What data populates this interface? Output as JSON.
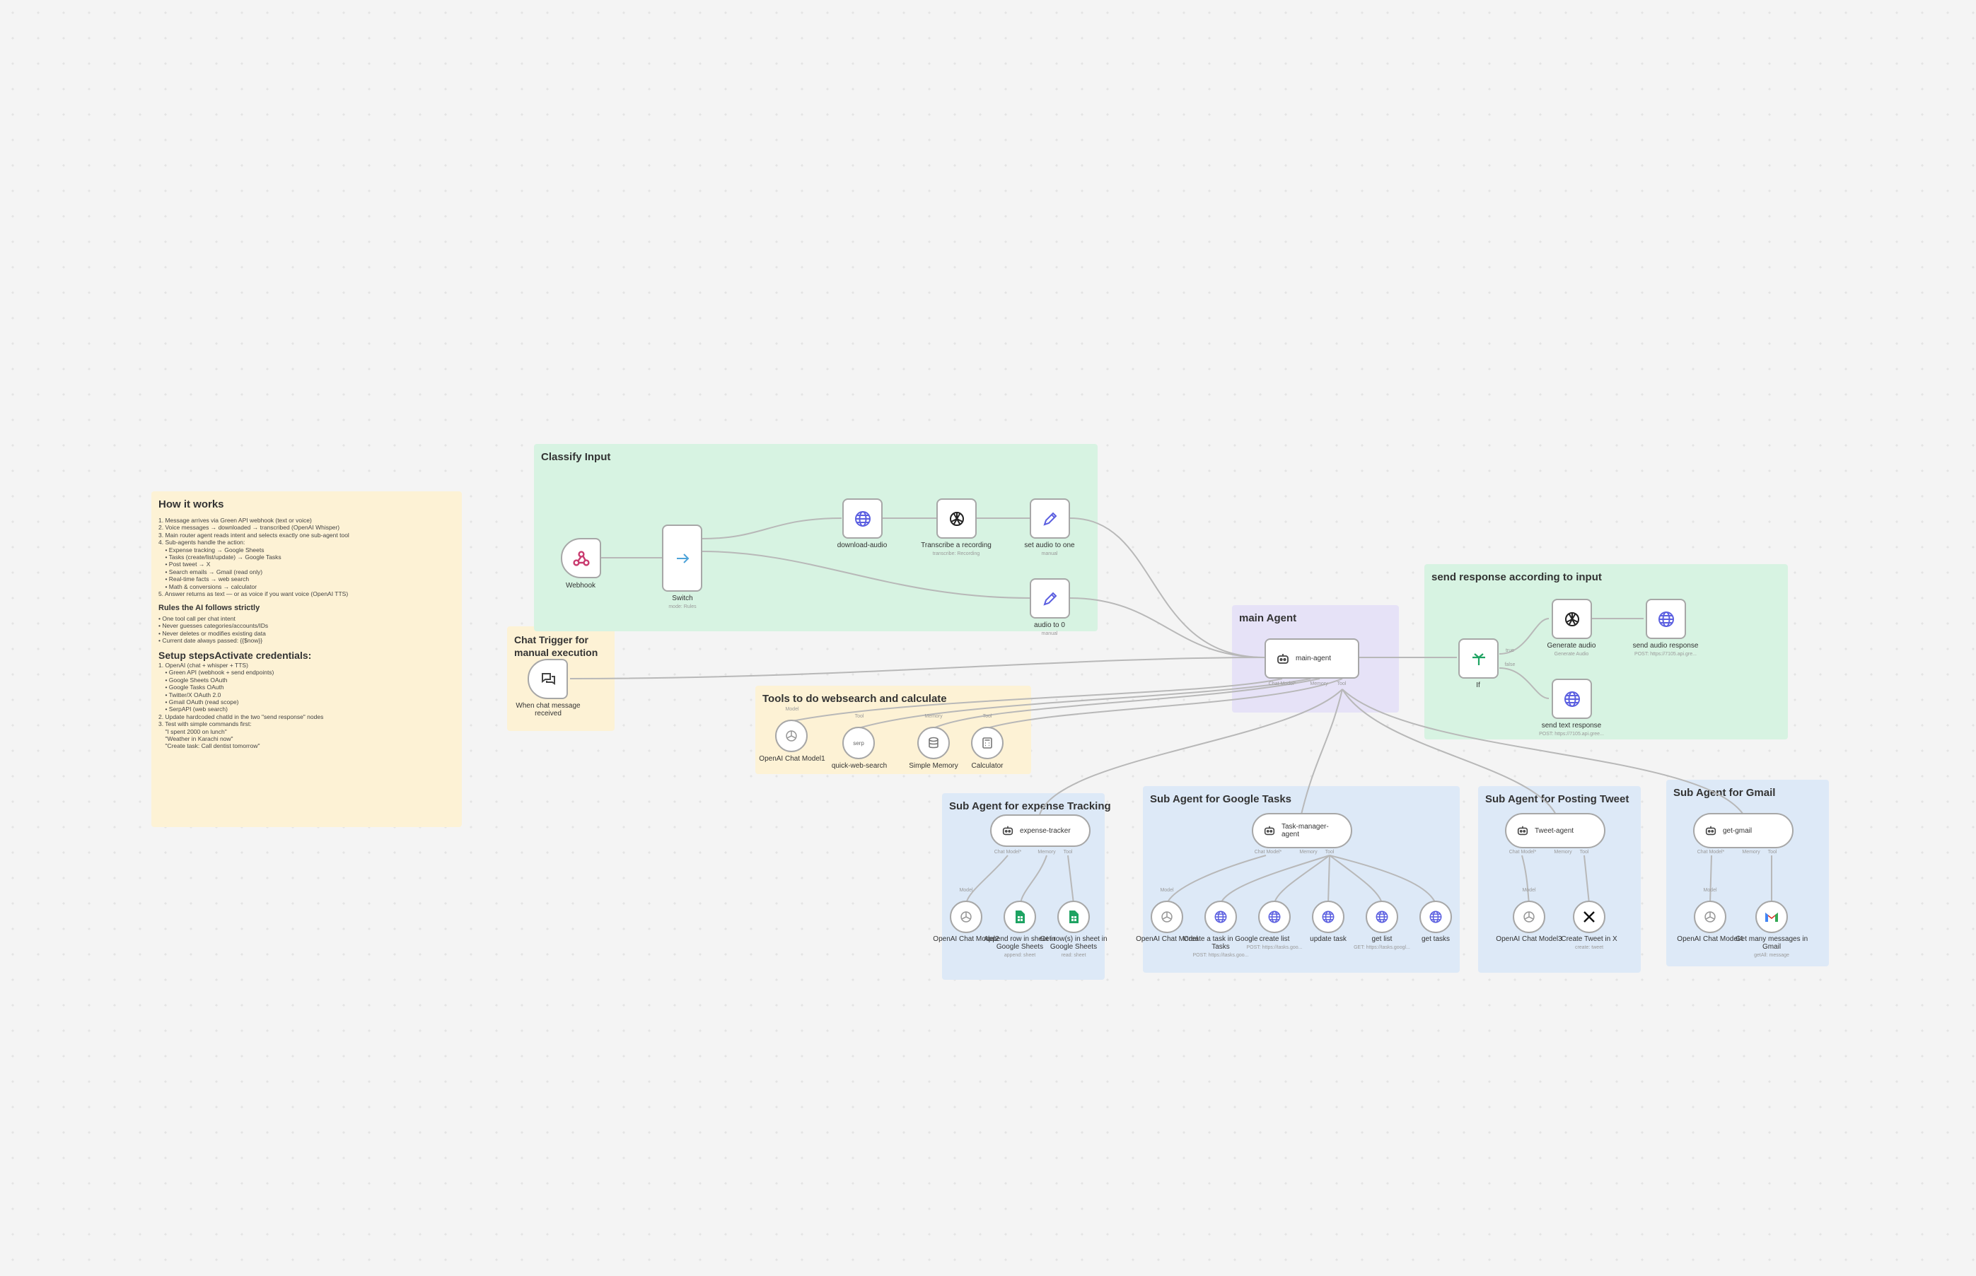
{
  "notes": {
    "how": {
      "title": "How it works",
      "steps": [
        "1. Message arrives via Green API webhook (text or voice)",
        "2. Voice messages → downloaded → transcribed (OpenAI Whisper)",
        "3. Main router agent reads intent and selects exactly one sub-agent tool",
        "4. Sub-agents handle the action:",
        "    • Expense tracking → Google Sheets",
        "    • Tasks (create/list/update) → Google Tasks",
        "    • Post tweet → X",
        "    • Search emails → Gmail (read only)",
        "    • Real-time facts → web search",
        "    • Math & conversions → calculator",
        "5. Answer returns as text — or as voice if you want voice (OpenAI TTS)"
      ],
      "rules_title": "Rules the AI follows strictly",
      "rules": [
        "• One tool call per chat intent",
        "• Never guesses categories/accounts/IDs",
        "• Never deletes or modifies existing data",
        "• Current date always passed: {{$now}}"
      ],
      "setup_title": "Setup stepsActivate credentials:",
      "setup": [
        "1. OpenAI (chat + whisper + TTS)",
        "    • Green API (webhook + send endpoints)",
        "    • Google Sheets OAuth",
        "    • Google Tasks OAuth",
        "    • Twitter/X OAuth 2.0",
        "    • Gmail OAuth (read scope)",
        "    • SerpAPI (web search)",
        "2. Update hardcoded chatId in the two \"send response\" nodes",
        "3. Test with simple commands first:",
        "    \"I spent 2000 on lunch\"",
        "    \"Weather in Karachi now\"",
        "    \"Create task: Call dentist tomorrow\""
      ]
    },
    "chat": {
      "title": "Chat Trigger for manual execution"
    },
    "classify": {
      "title": "Classify Input"
    },
    "tools": {
      "title": "Tools to do websearch and calculate"
    },
    "main": {
      "title": "main Agent"
    },
    "send": {
      "title": "send response according to input"
    },
    "expense": {
      "title": "Sub Agent for expense Tracking"
    },
    "tasks": {
      "title": "Sub Agent for Google Tasks"
    },
    "tweet": {
      "title": "Sub Agent for Posting Tweet"
    },
    "gmail": {
      "title": "Sub Agent for Gmail"
    }
  },
  "nodes": {
    "webhook": {
      "label": "Webhook",
      "icon": "webhook-icon"
    },
    "switch": {
      "label": "Switch",
      "sub": "mode: Rules",
      "icon": "switch-icon"
    },
    "download_audio": {
      "label": "download-audio",
      "icon": "globe-icon"
    },
    "transcribe": {
      "label": "Transcribe a recording",
      "sub": "transcribe: Recording",
      "icon": "openai-icon"
    },
    "set_audio_one": {
      "label": "set audio to one",
      "sub": "manual",
      "icon": "pencil-icon"
    },
    "audio_zero": {
      "label": "audio to 0",
      "sub": "manual",
      "icon": "pencil-icon"
    },
    "chat_trigger": {
      "label": "When chat message received",
      "icon": "chat-icon"
    },
    "main_agent": {
      "label": "main-agent",
      "ports": [
        "Chat Model*",
        "Memory",
        "Tool"
      ],
      "icon": "robot-icon"
    },
    "openai_model1": {
      "label": "OpenAI Chat Model1",
      "port": "Model",
      "icon": "openai-icon"
    },
    "web_search": {
      "label": "quick-web-search",
      "port": "Tool",
      "icon": "serp-icon",
      "text": "serp"
    },
    "memory": {
      "label": "Simple Memory",
      "port": "Memory",
      "icon": "database-icon"
    },
    "calculator": {
      "label": "Calculator",
      "port": "Tool",
      "icon": "calculator-icon"
    },
    "if_node": {
      "label": "If",
      "ports": [
        "true",
        "false"
      ],
      "icon": "if-icon"
    },
    "gen_audio": {
      "label": "Generate audio",
      "sub": "Generate Audio",
      "icon": "openai-icon"
    },
    "send_audio": {
      "label": "send audio response",
      "sub": "POST: https://7105.api.gre...",
      "icon": "globe-icon"
    },
    "send_text": {
      "label": "send text response",
      "sub": "POST: https://7105.api.gree...",
      "icon": "globe-icon"
    },
    "expense_tracker": {
      "label": "expense-tracker",
      "ports": [
        "Chat Model*",
        "Memory",
        "Tool"
      ],
      "icon": "robot-icon"
    },
    "exp_model": {
      "label": "OpenAI Chat Model2",
      "port": "Model",
      "icon": "openai-icon"
    },
    "append_row": {
      "label": "Append row in sheet in Google Sheets",
      "sub": "append: sheet",
      "icon": "sheets-icon"
    },
    "get_rows": {
      "label": "Get row(s) in sheet in Google Sheets",
      "sub": "read: sheet",
      "icon": "sheets-icon"
    },
    "task_manager": {
      "label": "Task-manager-agent",
      "ports": [
        "Chat Model*",
        "Memory",
        "Tool"
      ],
      "icon": "robot-icon"
    },
    "task_model": {
      "label": "OpenAI Chat Model",
      "port": "Model",
      "icon": "openai-icon"
    },
    "create_task": {
      "label": "Create a task in Google Tasks",
      "sub": "POST: https://tasks.goo...",
      "icon": "globe-icon"
    },
    "create_list": {
      "label": "create list",
      "sub": "POST: https://tasks.goo...",
      "icon": "globe-icon"
    },
    "update_task": {
      "label": "update task",
      "icon": "globe-icon"
    },
    "get_list": {
      "label": "get list",
      "sub": "GET: https://tasks.googl...",
      "icon": "globe-icon"
    },
    "get_tasks": {
      "label": "get tasks",
      "icon": "globe-icon"
    },
    "tweet_agent": {
      "label": "Tweet-agent",
      "ports": [
        "Chat Model*",
        "Memory",
        "Tool"
      ],
      "icon": "robot-icon"
    },
    "tweet_model": {
      "label": "OpenAI Chat Model3",
      "port": "Model",
      "icon": "openai-icon"
    },
    "create_tweet": {
      "label": "Create Tweet in X",
      "sub": "create: tweet",
      "icon": "x-icon"
    },
    "gmail_agent": {
      "label": "get-gmail",
      "ports": [
        "Chat Model*",
        "Memory",
        "Tool"
      ],
      "icon": "robot-icon"
    },
    "gmail_model": {
      "label": "OpenAI Chat Model4",
      "port": "Model",
      "icon": "openai-icon"
    },
    "get_messages": {
      "label": "Get many messages in Gmail",
      "sub": "getAll: message",
      "icon": "gmail-icon"
    }
  },
  "colors": {
    "sticky_yellow": "#fdf2d5",
    "sticky_green": "#d7f3e2",
    "sticky_purple": "#e6e2f7",
    "sticky_blue": "#dde9f7",
    "globe": "#5b5fe0",
    "sheets": "#1ea362",
    "gmail_red": "#d93025",
    "webhook": "#c93b6f",
    "wire": "#b8b8b8"
  }
}
